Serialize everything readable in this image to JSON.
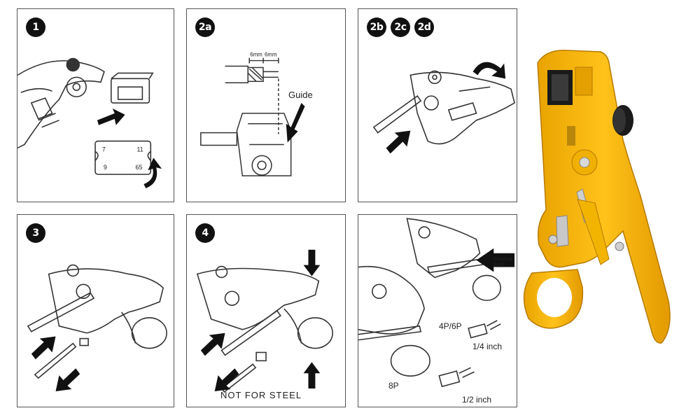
{
  "panels": {
    "p1": {
      "steps": [
        "1"
      ],
      "die_numbers": [
        "7",
        "11",
        "9",
        "65"
      ]
    },
    "p2a": {
      "steps": [
        "2a"
      ],
      "dim_left": "6mm",
      "dim_right": "6mm",
      "guide_label": "Guide"
    },
    "p2b": {
      "steps": [
        "2b",
        "2c",
        "2d"
      ]
    },
    "p3": {
      "steps": [
        "3"
      ]
    },
    "p4": {
      "steps": [
        "4"
      ],
      "warning": "NOT FOR STEEL"
    },
    "p5": {
      "stripping_guide": "Stripping\nguide",
      "label_4p6p": "4P/6P",
      "size_quarter": "1/4 inch",
      "label_8p": "8P",
      "size_half": "1/2 inch"
    }
  },
  "colors": {
    "tool_yellow": "#f6b400",
    "tool_dark": "#222222",
    "line": "#333333"
  }
}
